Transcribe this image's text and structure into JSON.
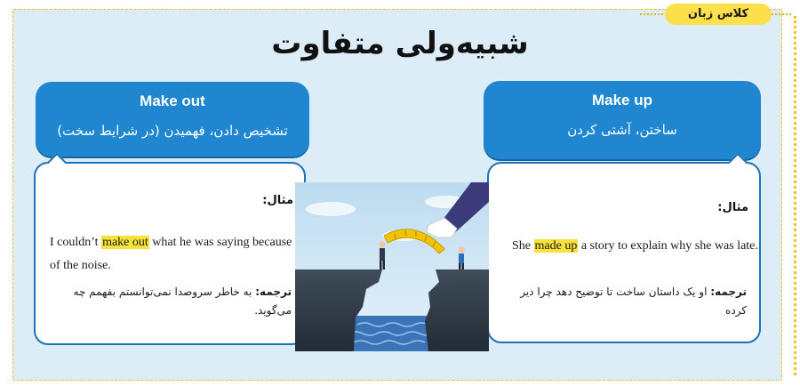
{
  "corner_tag": "کلاس زبان",
  "title": "شبیه‌ولی متفاوت",
  "left_card": {
    "phrase": "Make out",
    "meaning": "تشخیص دادن، فهمیدن (در شرایط سخت)",
    "example_label": "مثال:",
    "sentence_before": "I couldn’t ",
    "sentence_highlight": "make out",
    "sentence_after": " what he was saying because of the noise.",
    "translation_label": "ترجمه:",
    "translation_text": "به خاطر سروصدا نمی‌توانستم بفهمم چه می‌گوید."
  },
  "right_card": {
    "phrase": "Make up",
    "meaning": "ساختن، آشتی کردن",
    "example_label": "مثال:",
    "sentence_before": "She ",
    "sentence_highlight": "made up",
    "sentence_after": " a story to explain why she was late.",
    "translation_label": "ترجمه:",
    "translation_text": "او یک داستان ساخت تا توضیح دهد چرا دیر کرده"
  },
  "colors": {
    "panel_bg": "#dcedf8",
    "accent_blue": "#1f86cf",
    "highlight_yellow": "#f7e23a",
    "dash_yellow": "#f2c31a"
  },
  "illustration": "hand-placing-bridge-between-cliffs"
}
